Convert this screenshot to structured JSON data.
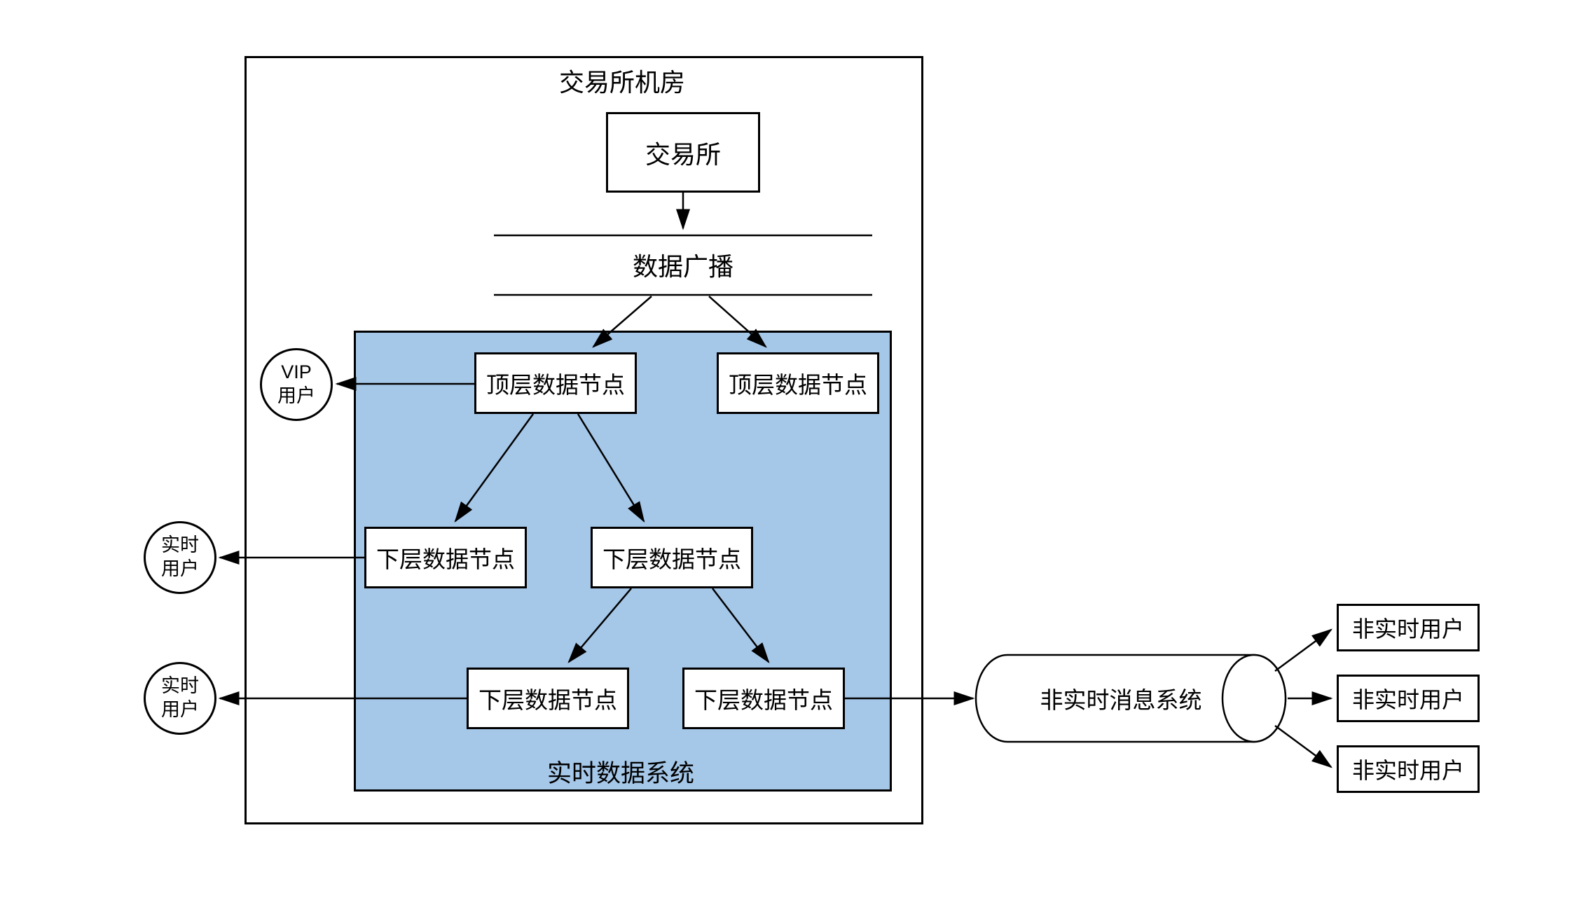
{
  "diagram": {
    "title": "交易所机房",
    "exchange_label": "交易所",
    "broadcast_label": "数据广播",
    "realtime_system_label": "实时数据系统",
    "top_nodes": [
      "顶层数据节点",
      "顶层数据节点"
    ],
    "lower_nodes": [
      "下层数据节点",
      "下层数据节点",
      "下层数据节点",
      "下层数据节点"
    ],
    "vip_user": {
      "line1": "VIP",
      "line2": "用户"
    },
    "realtime_user_1": {
      "line1": "实时",
      "line2": "用户"
    },
    "realtime_user_2": {
      "line1": "实时",
      "line2": "用户"
    },
    "message_system_label": "非实时消息系统",
    "non_realtime_users": [
      "非实时用户",
      "非实时用户",
      "非实时用户"
    ],
    "colors": {
      "realtime_system_fill": "#a5c7e8",
      "stroke": "#000000",
      "node_fill": "#ffffff",
      "background": "#ffffff"
    }
  }
}
